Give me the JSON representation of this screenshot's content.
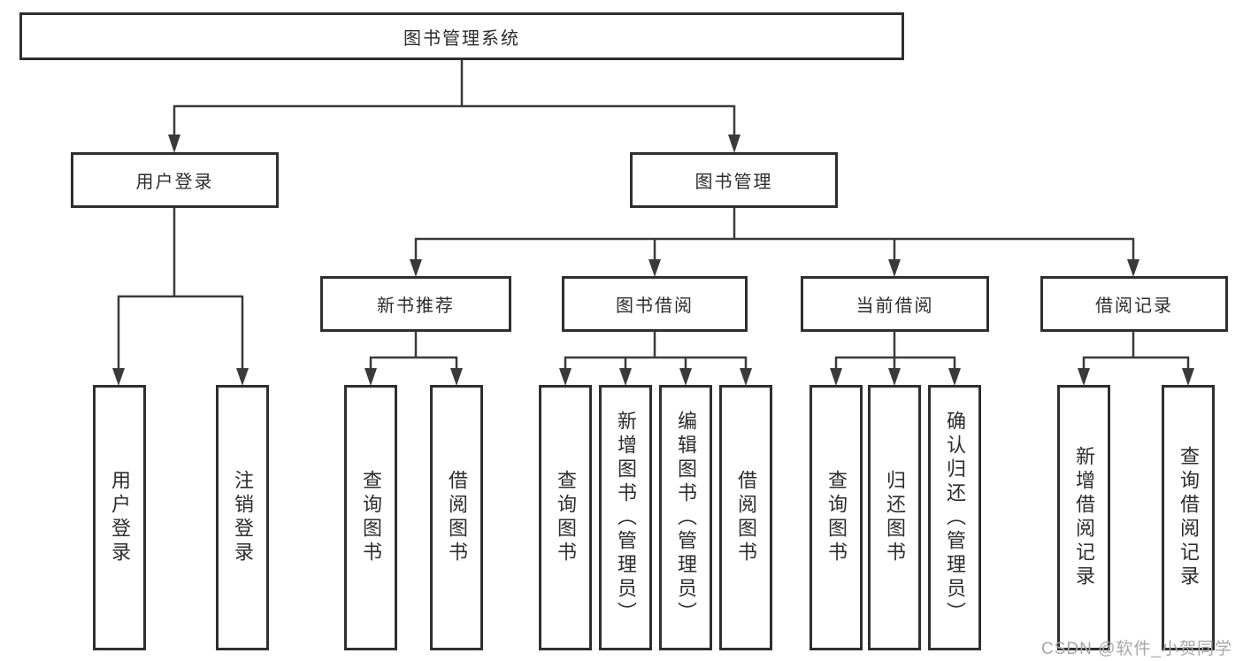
{
  "tree": {
    "root": {
      "label": "图书管理系统"
    },
    "branches": [
      {
        "label": "用户登录",
        "children": [
          {
            "label": "用户登录"
          },
          {
            "label": "注销登录"
          }
        ]
      },
      {
        "label": "图书管理",
        "children": [
          {
            "label": "新书推荐",
            "children": [
              {
                "label": "查询图书"
              },
              {
                "label": "借阅图书"
              }
            ]
          },
          {
            "label": "图书借阅",
            "children": [
              {
                "label": "查询图书"
              },
              {
                "label": "新增图书（管理员）"
              },
              {
                "label": "编辑图书（管理员）"
              },
              {
                "label": "借阅图书"
              }
            ]
          },
          {
            "label": "当前借阅",
            "children": [
              {
                "label": "查询图书"
              },
              {
                "label": "归还图书"
              },
              {
                "label": "确认归还（管理员）"
              }
            ]
          },
          {
            "label": "借阅记录",
            "children": [
              {
                "label": "新增借阅记录"
              },
              {
                "label": "查询借阅记录"
              }
            ]
          }
        ]
      }
    ]
  },
  "watermark": "CSDN @软件_小贺同学",
  "colors": {
    "line": "#3a3a3a",
    "box_border": "#2f2f2f",
    "background": "#ffffff",
    "watermark": "#a8a8a8"
  }
}
